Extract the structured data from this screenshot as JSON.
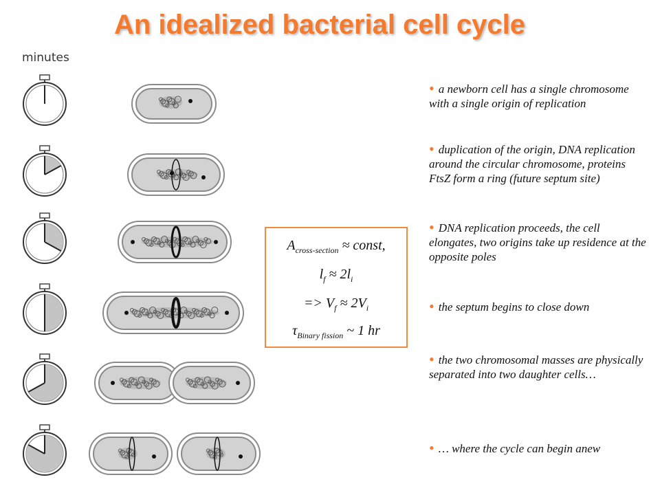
{
  "title": "An idealized bacterial cell cycle",
  "axis_label": "minutes",
  "formula": {
    "line1_main": "A",
    "line1_sub": "cross-section",
    "line1_rest": " ≈ const,",
    "line2_a": "l",
    "line2_sub_f": "f",
    "line2_b": " ≈ 2l",
    "line2_sub_i": "i",
    "line3_a": "=> V",
    "line3_sub_f": "f",
    "line3_b": " ≈ 2V",
    "line3_sub_i": "i",
    "line4_a": "τ",
    "line4_sub": "Binary fission",
    "line4_b": " ~ 1 hr"
  },
  "bullets": [
    "a newborn cell has a single chromosome with a single origin of replication",
    "duplication of the origin, DNA replication around the circular chromosome, proteins FtsZ form a ring (future septum site)",
    "DNA replication proceeds, the cell elongates, two origins take up residence at the opposite poles",
    "the septum begins to close down",
    "the two chromosomal masses are physically separated into two daughter cells…",
    "… where the cycle can begin anew"
  ],
  "stages": [
    {
      "clock_fraction": 0.0,
      "cell": "single"
    },
    {
      "clock_fraction": 0.17,
      "cell": "ring"
    },
    {
      "clock_fraction": 0.33,
      "cell": "elongated"
    },
    {
      "clock_fraction": 0.5,
      "cell": "septum-closing"
    },
    {
      "clock_fraction": 0.67,
      "cell": "separating"
    },
    {
      "clock_fraction": 0.83,
      "cell": "two-daughters"
    }
  ],
  "colors": {
    "title": "#f47a2e",
    "bullet": "#f47a2e",
    "formula_border": "#f08a3c",
    "cell_fill": "#d2d2d2",
    "cell_outline": "#8a8a8a",
    "clock_elapsed": "#c4c4c4"
  }
}
